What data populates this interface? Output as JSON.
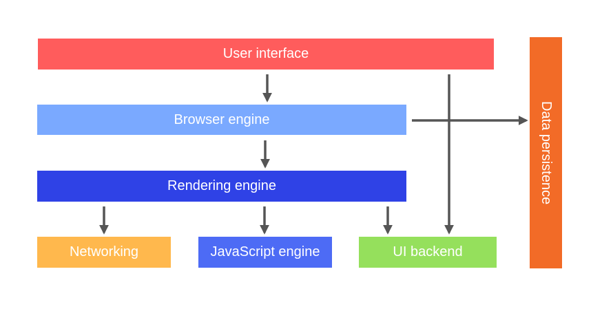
{
  "diagram": {
    "components": [
      {
        "id": "user-interface",
        "label": "User interface",
        "color": "#FF5C5C"
      },
      {
        "id": "browser-engine",
        "label": "Browser engine",
        "color": "#7AA9FF"
      },
      {
        "id": "rendering-engine",
        "label": "Rendering engine",
        "color": "#2F42E6"
      },
      {
        "id": "networking",
        "label": "Networking",
        "color": "#FFB84D"
      },
      {
        "id": "js-engine",
        "label": "JavaScript engine",
        "color": "#4D6BF5"
      },
      {
        "id": "ui-backend",
        "label": "UI backend",
        "color": "#95E05C"
      },
      {
        "id": "data-persistence",
        "label": "Data persistence",
        "color": "#F26B27"
      }
    ],
    "connections": [
      {
        "from": "user-interface",
        "to": "browser-engine"
      },
      {
        "from": "browser-engine",
        "to": "rendering-engine"
      },
      {
        "from": "rendering-engine",
        "to": "networking"
      },
      {
        "from": "rendering-engine",
        "to": "js-engine"
      },
      {
        "from": "rendering-engine",
        "to": "ui-backend"
      },
      {
        "from": "user-interface",
        "to": "ui-backend"
      },
      {
        "from": "browser-engine",
        "to": "data-persistence"
      }
    ],
    "arrow_color": "#555555"
  }
}
